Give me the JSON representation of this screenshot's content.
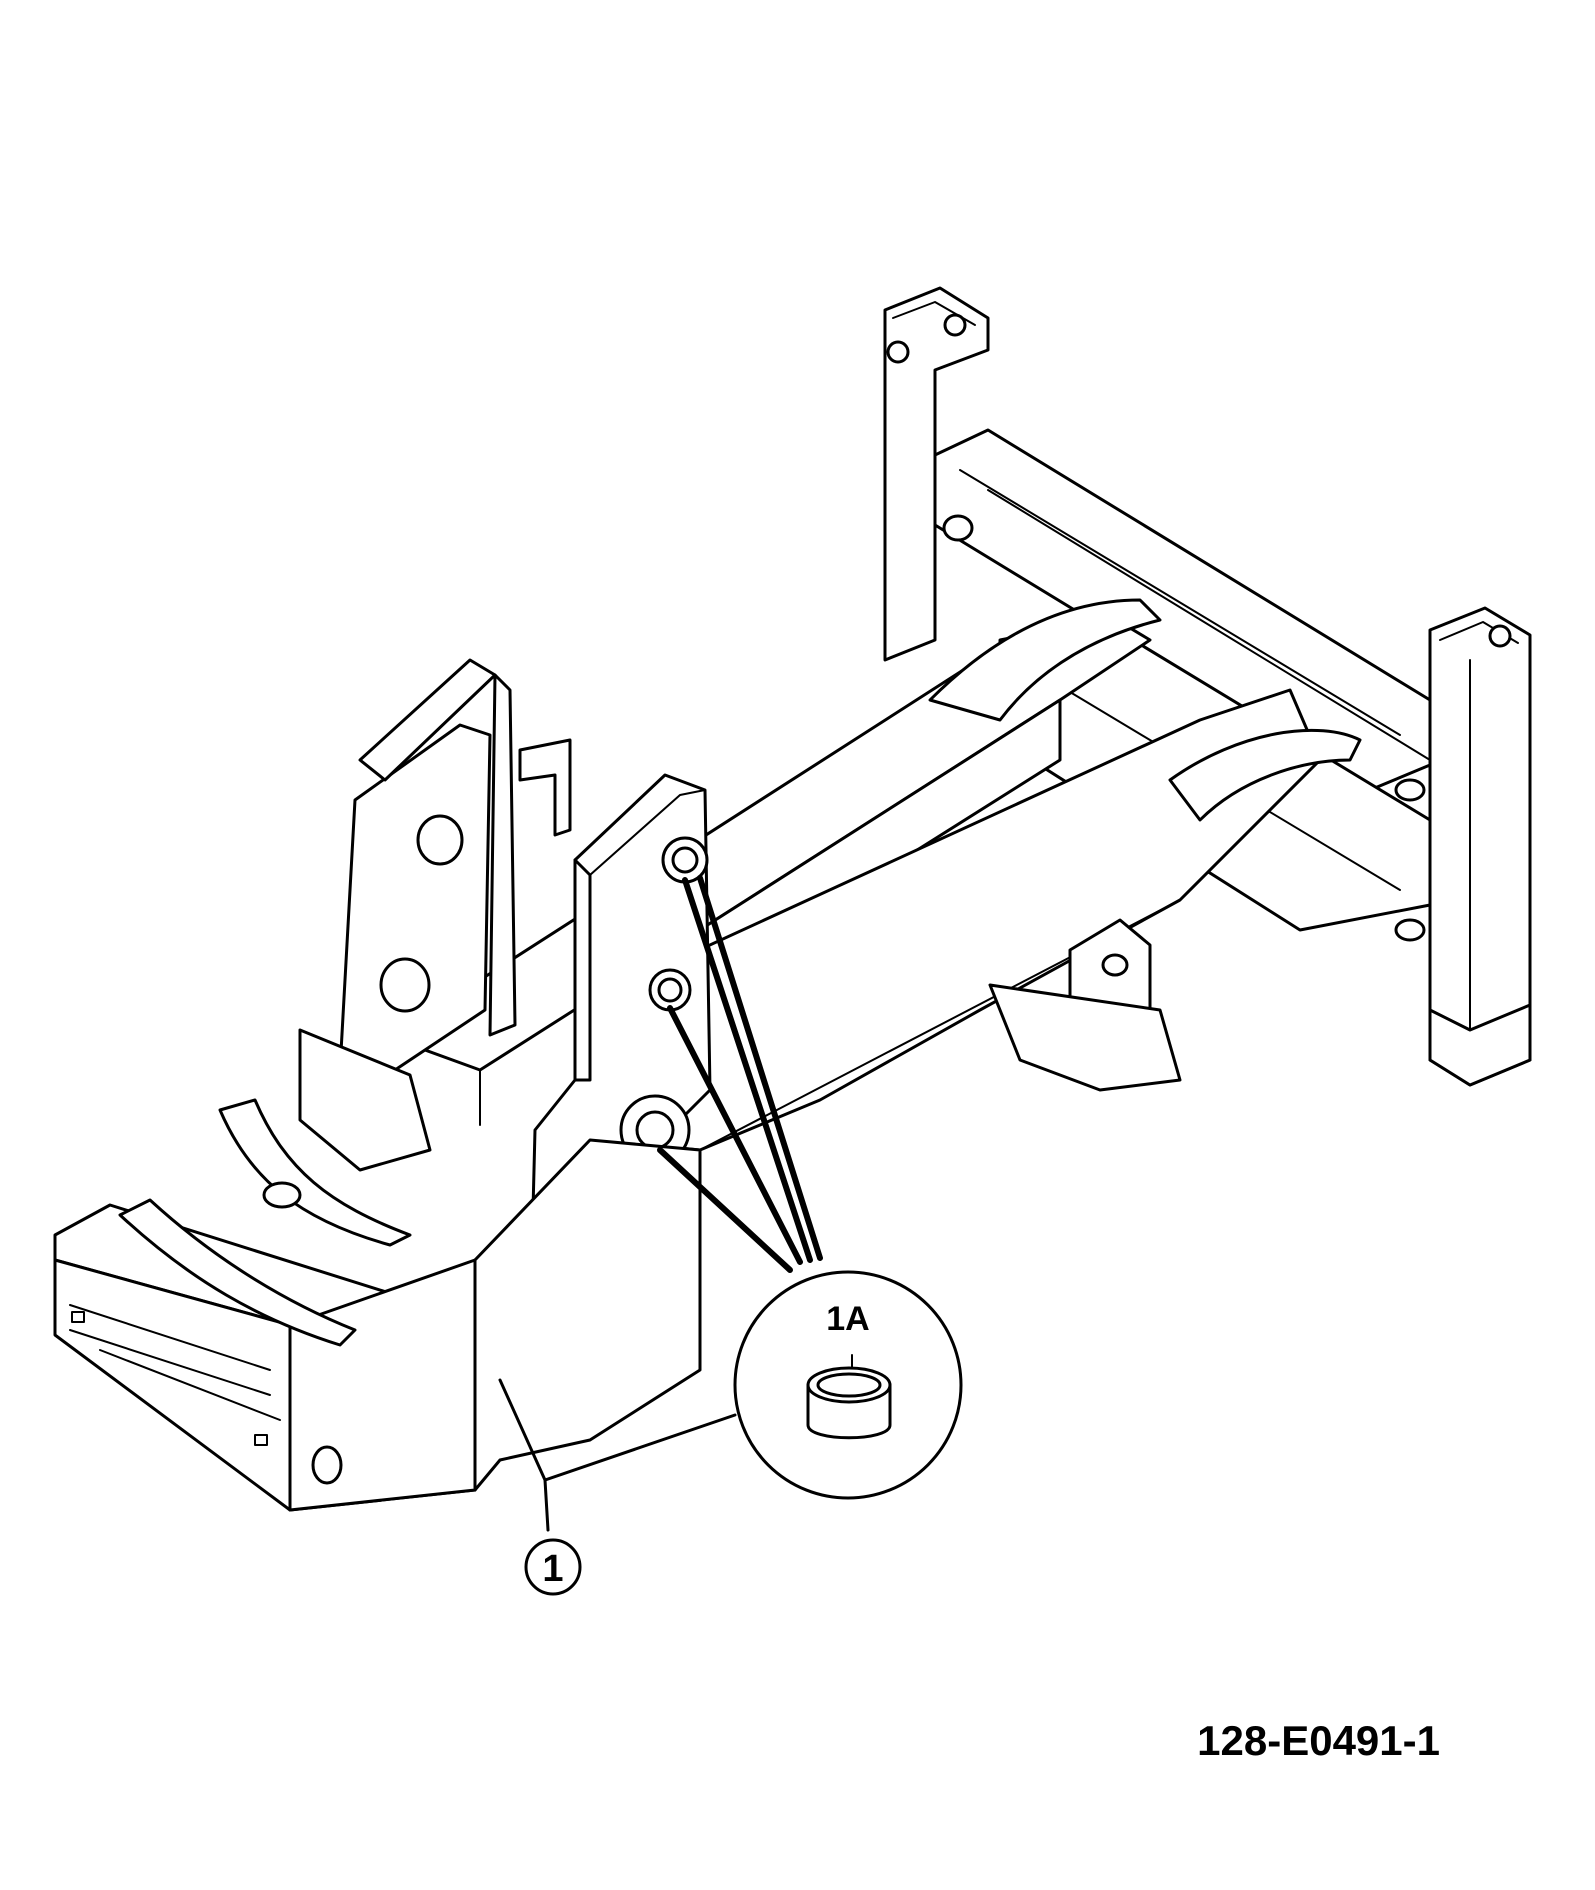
{
  "callouts": {
    "part_1": {
      "label": "1",
      "name": "chassis-frame"
    },
    "part_1a": {
      "label": "1A",
      "name": "bushing"
    }
  },
  "drawing_reference": "128-E0491-1",
  "colors": {
    "line": "#000000",
    "background": "#ffffff"
  }
}
